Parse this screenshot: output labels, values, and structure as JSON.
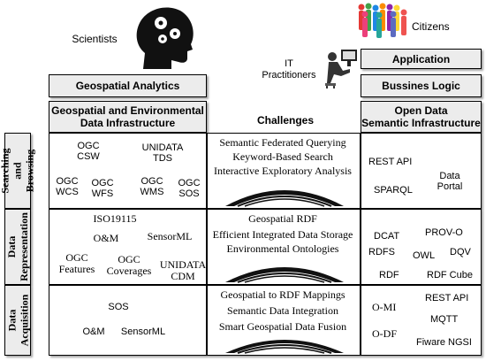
{
  "actors": {
    "scientists": "Scientists",
    "it_practitioners": "IT\nPractitioners",
    "citizens": "Citizens"
  },
  "top_boxes": {
    "geospatial_analytics": "Geospatial Analytics",
    "application": "Application",
    "business_logic": "Bussines Logic"
  },
  "columns": {
    "geo_infra": "Geospatial and Environmental\nData Infrastructure",
    "challenges": "Challenges",
    "open_data": "Open Data\nSemantic Infrastructure"
  },
  "rows": {
    "searching": "Searching and\nBrowsing",
    "representation": "Data\nRepresentation",
    "acquisition": "Data\nAcquisition"
  },
  "searching": {
    "geo": [
      "OGC\nCSW",
      "UNIDATA\nTDS",
      "OGC\nWCS",
      "OGC\nWFS",
      "OGC\nWMS",
      "OGC\nSOS"
    ],
    "challenges": [
      "Semantic Federated Querying",
      "Keyword-Based Search",
      "Interactive Exploratory Analysis"
    ],
    "open": [
      "REST API",
      "Data\nPortal",
      "SPARQL"
    ]
  },
  "representation": {
    "geo": [
      "ISO19115",
      "O&M",
      "SensorML",
      "OGC\nFeatures",
      "OGC\nCoverages",
      "UNIDATA\nCDM"
    ],
    "challenges": [
      "Geospatial RDF",
      "Efficient Integrated Data Storage",
      "Environmental Ontologies"
    ],
    "open": [
      "DCAT",
      "PROV-O",
      "RDFS",
      "OWL",
      "DQV",
      "RDF",
      "RDF Cube"
    ]
  },
  "acquisition": {
    "geo": [
      "SOS",
      "O&M",
      "SensorML"
    ],
    "challenges": [
      "Geospatial to RDF Mappings",
      "Semantic Data Integration",
      "Smart Geospatial Data Fusion"
    ],
    "open": [
      "O-MI",
      "REST API",
      "MQTT",
      "O-DF",
      "Fiware NGSI"
    ]
  },
  "colors": {
    "box_fill": "#ececec",
    "border": "#000000"
  }
}
